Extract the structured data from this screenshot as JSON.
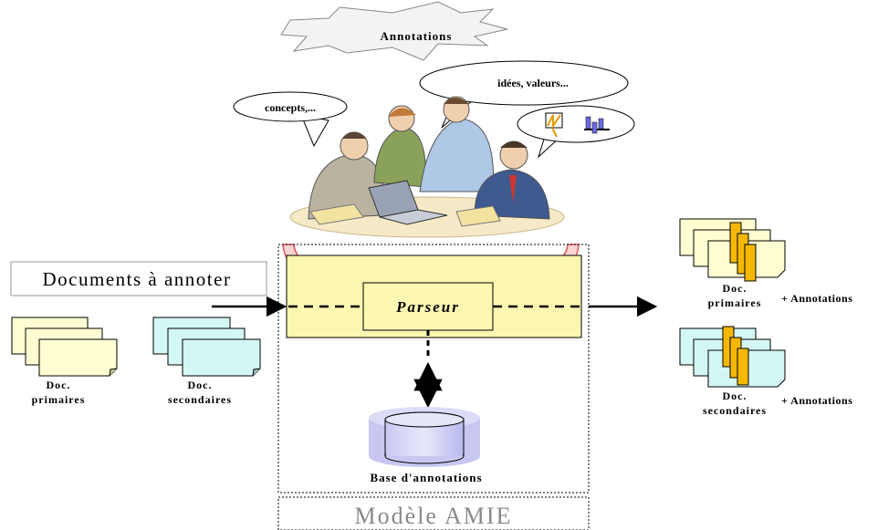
{
  "cloud": {
    "label": "Annotations"
  },
  "bubbles": {
    "concepts": "concepts,...",
    "idees": "idées, valeurs..."
  },
  "input": {
    "title": "Documents à annoter",
    "primary_label_1": "Doc.",
    "primary_label_2": "primaires",
    "secondary_label_1": "Doc.",
    "secondary_label_2": "secondaires"
  },
  "parser": {
    "label": "Parseur"
  },
  "database": {
    "label": "Base d'annotations"
  },
  "model": {
    "label": "Modèle AMIE"
  },
  "output": {
    "primary_label_1": "Doc.",
    "primary_label_2": "primaires",
    "primary_suffix": "+ Annotations",
    "secondary_label_1": "Doc.",
    "secondary_label_2": "secondaires",
    "secondary_suffix": "+ Annotations"
  },
  "colors": {
    "parser_fill": "#fbf6b0",
    "primary_doc": "#fefed2",
    "secondary_doc": "#d3f7f5",
    "tab": "#f5b800",
    "db": "#c7c7f2",
    "curved_arrow": "#ee6f6f"
  }
}
